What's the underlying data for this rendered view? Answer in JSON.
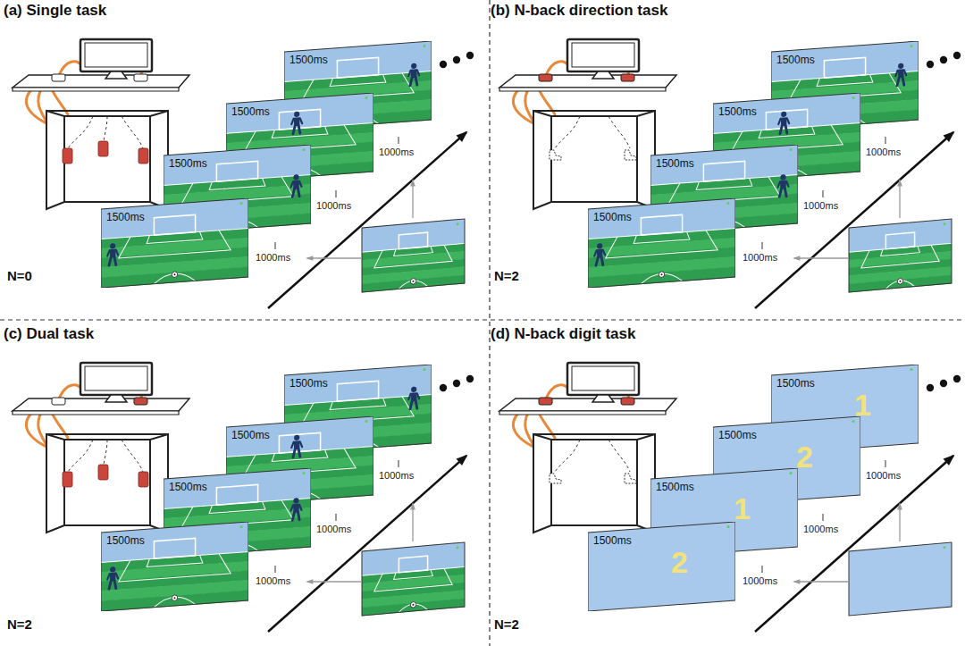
{
  "diagram": {
    "nodes": [
      {
        "text": [
          "(a) Single task"
        ]
      },
      {
        "text": [
          "1500ms"
        ],
        "in": 0
      },
      {
        "text": [
          "1500ms"
        ],
        "in": 0
      },
      {
        "text": [
          "1500ms"
        ],
        "in": 0
      },
      {
        "text": [
          "1500ms"
        ],
        "in": 0
      },
      {
        "text": [
          "(b) N-back direction task"
        ]
      },
      {
        "text": [
          "1500ms"
        ],
        "in": 5
      },
      {
        "text": [
          "1500ms"
        ],
        "in": 5
      },
      {
        "text": [
          "1500ms"
        ],
        "in": 5
      },
      {
        "text": [
          "1500ms"
        ],
        "in": 5
      },
      {
        "text": [
          "(c) Dual task"
        ]
      },
      {
        "text": [
          "1500ms"
        ],
        "in": 10
      },
      {
        "text": [
          "1500ms"
        ],
        "in": 10
      },
      {
        "text": [
          "1500ms"
        ],
        "in": 10
      },
      {
        "text": [
          "1500ms"
        ],
        "in": 10
      },
      {
        "text": [
          "(d) N-back digit task"
        ]
      },
      {
        "text": [
          "1500ms",
          "2"
        ],
        "in": 15
      },
      {
        "text": [
          "1500ms",
          "1"
        ],
        "in": 15
      },
      {
        "text": [
          "1500ms",
          "2"
        ],
        "in": 15
      },
      {
        "text": [
          "1500ms",
          "1"
        ],
        "in": 15
      }
    ],
    "labels": [
      "1000ms",
      "1000ms",
      "1000ms",
      "N=0",
      "1000ms",
      "1000ms",
      "1000ms",
      "N=2",
      "1000ms",
      "1000ms",
      "1000ms",
      "N=2",
      "1000ms",
      "1000ms",
      "1000ms",
      "N=2"
    ]
  }
}
